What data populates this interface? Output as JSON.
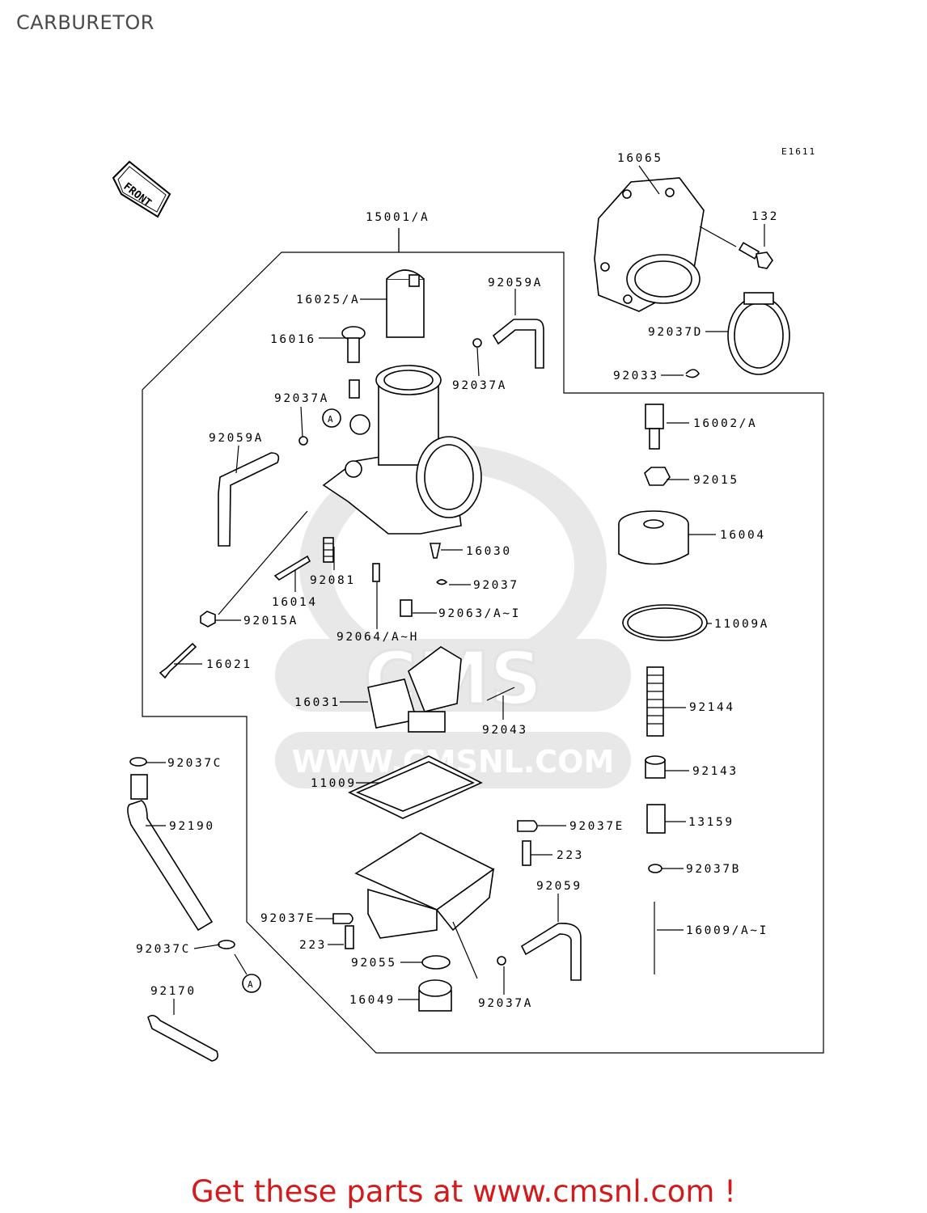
{
  "title": "CARBURETOR",
  "footer": "Get these parts at www.cmsnl.com !",
  "diagram_code": "E1611",
  "front_label": "FRONT",
  "watermark": {
    "brand": "CMS",
    "url": "WWW.CMSNL.COM"
  },
  "callout_letter": "A",
  "labels": {
    "p16065": "16065",
    "p132": "132",
    "p15001": "15001/A",
    "p16025": "16025/A",
    "p92059a_top": "92059A",
    "p16016": "16016",
    "p92037a_top": "92037A",
    "p92037d": "92037D",
    "p92033": "92033",
    "p92037a_left": "92037A",
    "p16002": "16002/A",
    "p92059a_left": "92059A",
    "p92015": "92015",
    "p16004": "16004",
    "p16030": "16030",
    "p92081": "92081",
    "p16014": "16014",
    "p92037": "92037",
    "p92063": "92063/A~I",
    "p92015a": "92015A",
    "p92064": "92064/A~H",
    "p11009a": "11009A",
    "p16021": "16021",
    "p16031": "16031",
    "p92144": "92144",
    "p92043": "92043",
    "p92037c_top": "92037C",
    "p11009": "11009",
    "p92143": "92143",
    "p92190": "92190",
    "p92037e_right": "92037E",
    "p13159": "13159",
    "p223_right": "223",
    "p92037b": "92037B",
    "p92059": "92059",
    "p92037e_left": "92037E",
    "p16009": "16009/A~I",
    "p223_left": "223",
    "p92037c_bottom": "92037C",
    "p92055": "92055",
    "p92170": "92170",
    "p16049": "16049",
    "p92037a_bottom": "92037A"
  }
}
